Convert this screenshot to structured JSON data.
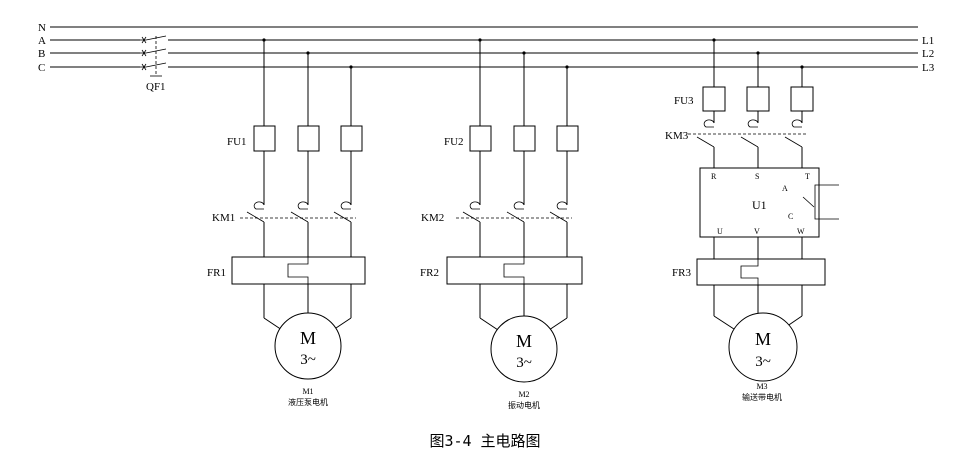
{
  "bus": {
    "left_labels": [
      "N",
      "A",
      "B",
      "C"
    ],
    "right_labels": [
      "L1",
      "L2",
      "L3"
    ],
    "breaker": "QF1"
  },
  "circuits": [
    {
      "fuse": "FU1",
      "contactor": "KM1",
      "overload": "FR1",
      "motor_top": "M",
      "motor_bottom": "3~",
      "motor_id": "M1",
      "motor_name": "液压泵电机"
    },
    {
      "fuse": "FU2",
      "contactor": "KM2",
      "overload": "FR2",
      "motor_top": "M",
      "motor_bottom": "3~",
      "motor_id": "M2",
      "motor_name": "振动电机"
    },
    {
      "fuse": "FU3",
      "contactor": "KM3",
      "overload": "FR3",
      "motor_top": "M",
      "motor_bottom": "3~",
      "motor_id": "M3",
      "motor_name": "输送带电机"
    }
  ],
  "inverter": {
    "label": "U1",
    "inputs": [
      "R",
      "S",
      "T"
    ],
    "outputs": [
      "U",
      "V",
      "W"
    ],
    "ctrl": [
      "A",
      "C"
    ]
  },
  "caption": "图3-4 主电路图"
}
